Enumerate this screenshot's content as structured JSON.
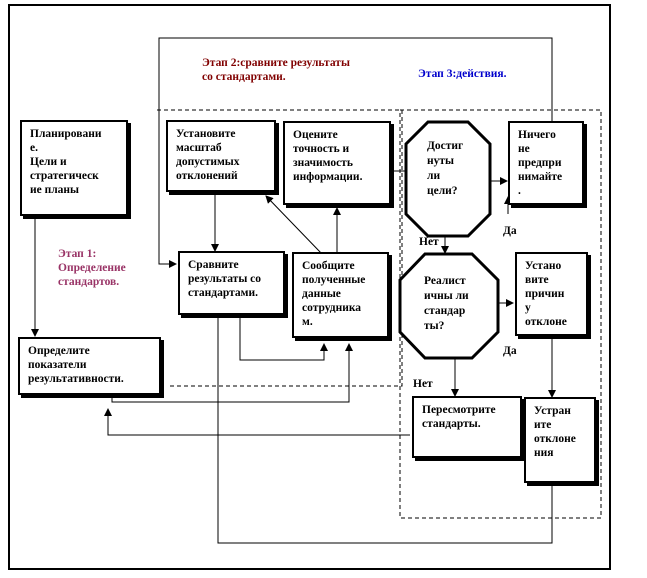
{
  "stage_labels": {
    "stage1": "Этап 1:\nОпределение\nстандартов.",
    "stage2": "Этап 2:сравните результаты\nсо стандартами.",
    "stage3": "Этап 3:действия."
  },
  "boxes": {
    "planning": "Планировани\nе.\nЦели и\nстратегическ\nие планы",
    "define_indicators": "Определите\nпоказатели\nрезультативности.",
    "set_scale": "Установите\nмасштаб\nдопустимых\nотклонений",
    "assess_accuracy": "Оцените\nточность и\nзначимость\nинформации.",
    "compare": "Сравните\nрезультаты со\nстандартами.",
    "report": "Сообщите\nполученные\nданные\nсотрудника\nм.",
    "do_nothing": "Ничего\nне\nпредпри\nнимайте\n.",
    "find_cause": "Устано\nвите\nпричин\nу\nотклоне",
    "revise_standards": "Пересмотрите\nстандарты.",
    "eliminate": "Устран\nите\nотклоне\nния"
  },
  "decisions": {
    "goals_reached": "Достиг\nнуты\nли\nцели?",
    "standards_realistic": "Реалист\nичны ли\nстандар\nты?"
  },
  "branch_labels": {
    "yes1": "Да",
    "no1": "Нет",
    "yes2": "Да",
    "no2": "Нет"
  },
  "colors": {
    "stage1": "#993366",
    "stage2": "#800000",
    "stage3": "#0000cc",
    "line": "#000000"
  }
}
